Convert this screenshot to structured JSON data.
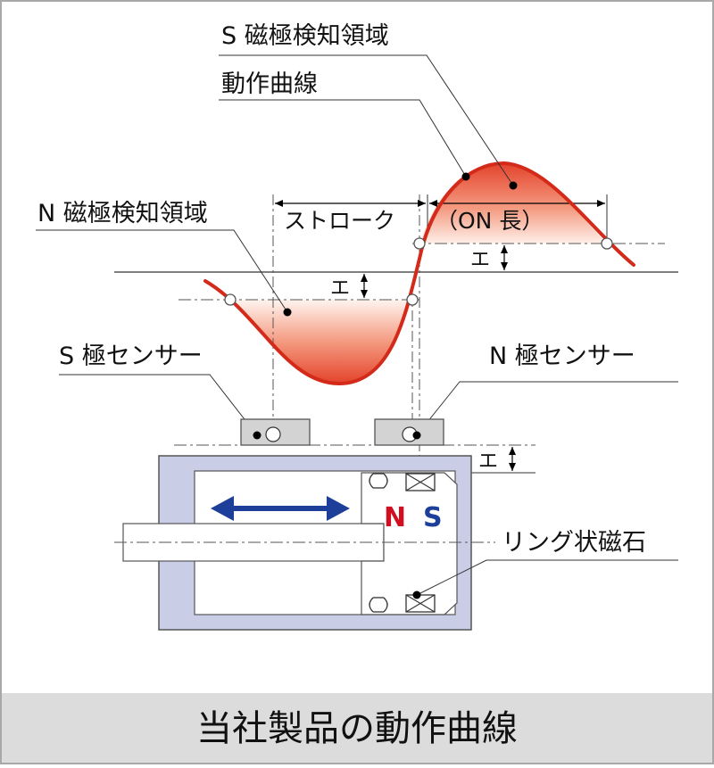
{
  "labels": {
    "s_detect_region": "S 磁極検知領域",
    "operating_curve": "動作曲線",
    "n_detect_region": "N 磁極検知領域",
    "stroke": "ストローク",
    "on_length": "（ON 長）",
    "hysteresis_top": "エ",
    "hysteresis_mid": "エ",
    "hysteresis_bottom": "エ",
    "s_pole_sensor": "S 極センサー",
    "n_pole_sensor": "N 極センサー",
    "ring_magnet": "リング状磁石",
    "magnet_n": "N",
    "magnet_s": "S"
  },
  "footer": {
    "title": "当社製品の動作曲線"
  },
  "colors": {
    "curve": "#d42a1a",
    "curve_fill_dark": "#e0402a",
    "curve_fill_light": "#fff2ec",
    "cylinder_body": "#c9cde6",
    "sensor_box": "#d3d3d3",
    "arrow": "#1d3f99",
    "magnet_n": "#d01020",
    "magnet_s": "#1d3f99",
    "footer_bg": "#dcdcdc",
    "frame": "#a8a8a8"
  }
}
